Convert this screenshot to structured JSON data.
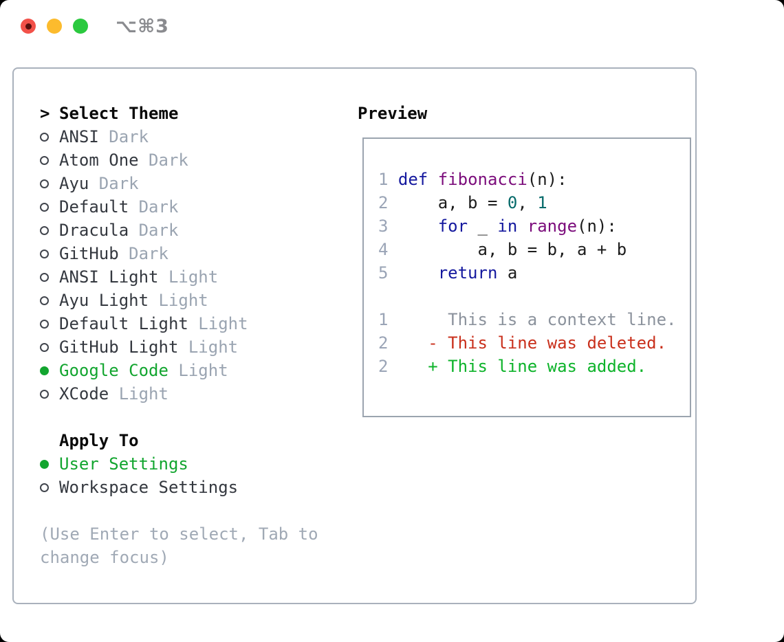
{
  "titlebar": {
    "title": "⌥⌘3"
  },
  "theme_panel": {
    "header": {
      "prompt": ">",
      "label": "Select Theme"
    },
    "themes": [
      {
        "name": "ANSI",
        "variant": "Dark",
        "selected": false
      },
      {
        "name": "Atom One",
        "variant": "Dark",
        "selected": false
      },
      {
        "name": "Ayu",
        "variant": "Dark",
        "selected": false
      },
      {
        "name": "Default",
        "variant": "Dark",
        "selected": false
      },
      {
        "name": "Dracula",
        "variant": "Dark",
        "selected": false
      },
      {
        "name": "GitHub",
        "variant": "Dark",
        "selected": false
      },
      {
        "name": "ANSI Light",
        "variant": "Light",
        "selected": false
      },
      {
        "name": "Ayu Light",
        "variant": "Light",
        "selected": false
      },
      {
        "name": "Default Light",
        "variant": "Light",
        "selected": false
      },
      {
        "name": "GitHub Light",
        "variant": "Light",
        "selected": false
      },
      {
        "name": "Google Code",
        "variant": "Light",
        "selected": true
      },
      {
        "name": "XCode",
        "variant": "Light",
        "selected": false
      }
    ],
    "apply_to": {
      "label": "Apply To",
      "options": [
        {
          "name": "User Settings",
          "selected": true
        },
        {
          "name": "Workspace Settings",
          "selected": false
        }
      ]
    },
    "help_lines": [
      "(Use Enter to select, Tab to",
      "change focus)"
    ]
  },
  "preview": {
    "label": "Preview",
    "code_lines": [
      {
        "num": "1",
        "tokens": [
          [
            "kw",
            "def"
          ],
          [
            "pl",
            " "
          ],
          [
            "fn",
            "fibonacci"
          ],
          [
            "pl",
            "(n):"
          ]
        ]
      },
      {
        "num": "2",
        "tokens": [
          [
            "pl",
            "    a, b = "
          ],
          [
            "lit",
            "0"
          ],
          [
            "pl",
            ", "
          ],
          [
            "lit",
            "1"
          ]
        ]
      },
      {
        "num": "3",
        "tokens": [
          [
            "pl",
            "    "
          ],
          [
            "kw",
            "for"
          ],
          [
            "pl",
            " _ "
          ],
          [
            "kw",
            "in"
          ],
          [
            "pl",
            " "
          ],
          [
            "fn",
            "range"
          ],
          [
            "pl",
            "(n):"
          ]
        ]
      },
      {
        "num": "4",
        "tokens": [
          [
            "pl",
            "        a, b = b, a + b"
          ]
        ]
      },
      {
        "num": "5",
        "tokens": [
          [
            "pl",
            "    "
          ],
          [
            "kw",
            "return"
          ],
          [
            "pl",
            " a"
          ]
        ]
      }
    ],
    "diff_lines": [
      {
        "num": "1",
        "marker": " ",
        "text": "This is a context line.",
        "kind": "context"
      },
      {
        "num": "2",
        "marker": "-",
        "text": "This line was deleted.",
        "kind": "deleted"
      },
      {
        "num": "2",
        "marker": "+",
        "text": "This line was added.",
        "kind": "added"
      }
    ]
  },
  "colors": {
    "accent_green": "#12a52f",
    "added_green": "#0db32a",
    "deleted_red": "#c9301c",
    "keyword_blue": "#14189e",
    "function_purple": "#7b0c7b",
    "literal_teal": "#066a6a",
    "muted_gray": "#9aa4b1",
    "context_gray": "#8b929c"
  }
}
